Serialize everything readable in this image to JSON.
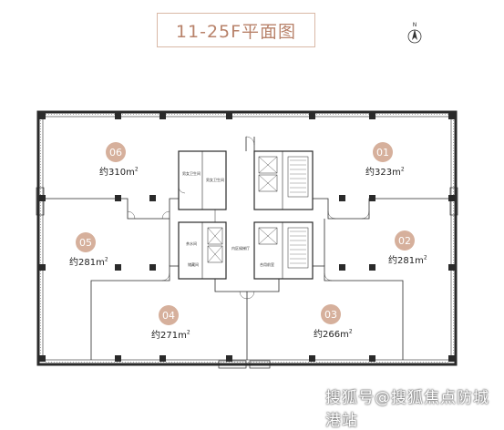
{
  "title": "11-25F平面图",
  "north_label": "N",
  "units": [
    {
      "id": "06",
      "area_label": "约310m",
      "sup": "2"
    },
    {
      "id": "01",
      "area_label": "约323m",
      "sup": "2"
    },
    {
      "id": "05",
      "area_label": "约281m",
      "sup": "2"
    },
    {
      "id": "02",
      "area_label": "约281m",
      "sup": "2"
    },
    {
      "id": "04",
      "area_label": "约271m",
      "sup": "2"
    },
    {
      "id": "03",
      "area_label": "约266m",
      "sup": "2"
    }
  ],
  "core_labels": {
    "restroom_left": "男女卫生间",
    "restroom_right": "男女卫生间",
    "tea_room": "茶水间",
    "hall": "内区候梯厅",
    "storage": "储藏间",
    "fire_room": "合用前室"
  },
  "colors": {
    "accent": "#d6b09c",
    "title": "#b8826a",
    "wall": "#2a2a2a"
  },
  "watermark": "搜狐号@搜狐焦点防城港站"
}
